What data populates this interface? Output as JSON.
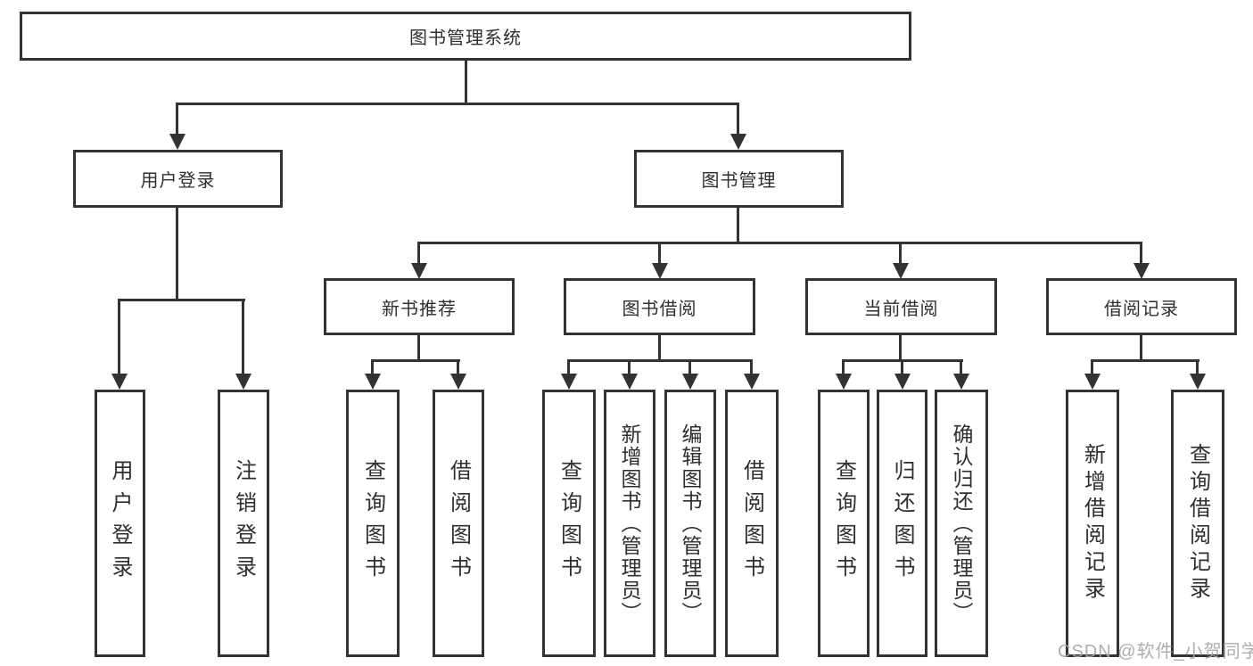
{
  "diagram": {
    "root": {
      "label": "图书管理系统"
    },
    "left_branch": {
      "label": "用户登录",
      "children": [
        {
          "label": "用户登录"
        },
        {
          "label": "注销登录"
        }
      ]
    },
    "right_branch": {
      "label": "图书管理",
      "groups": [
        {
          "label": "新书推荐",
          "children": [
            {
              "label": "查询图书"
            },
            {
              "label": "借阅图书"
            }
          ]
        },
        {
          "label": "图书借阅",
          "children": [
            {
              "label": "查询图书"
            },
            {
              "label": "新增图书（管理员）"
            },
            {
              "label": "编辑图书（管理员）"
            },
            {
              "label": "借阅图书"
            }
          ]
        },
        {
          "label": "当前借阅",
          "children": [
            {
              "label": "查询图书"
            },
            {
              "label": "归还图书"
            },
            {
              "label": "确认归还（管理员）"
            }
          ]
        },
        {
          "label": "借阅记录",
          "children": [
            {
              "label": "新增借阅记录"
            },
            {
              "label": "查询借阅记录"
            }
          ]
        }
      ]
    }
  },
  "watermark": {
    "text": "CSDN @软件_小贺同学"
  },
  "colors": {
    "line": "#333333",
    "box_border": "#333333",
    "box_fill": "#ffffff",
    "text": "#2f2f2f",
    "watermark": "#a5a5a5",
    "background": "#ffffff"
  }
}
